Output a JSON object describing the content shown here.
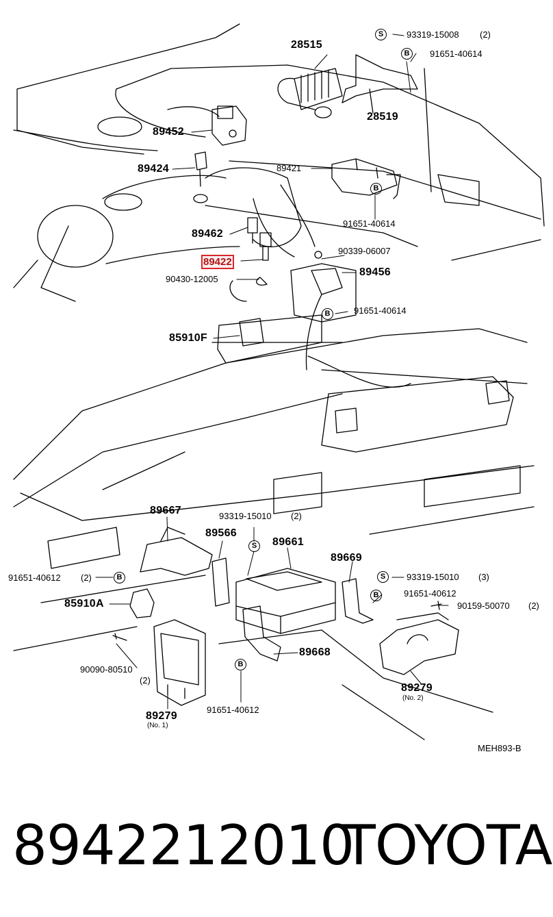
{
  "diagram": {
    "code": "MEH893-B",
    "callouts": {
      "c28515": "28515",
      "c93319_15008": "93319-15008",
      "c93319_15008_qty": "(2)",
      "c91651_40614_top": "91651-40614",
      "c28519": "28519",
      "c89452": "89452",
      "c89424": "89424",
      "c89421": "89421",
      "c91651_40614_mid": "91651-40614",
      "c89462": "89462",
      "c89422": "89422",
      "c90339_06007": "90339-06007",
      "c89456": "89456",
      "c90430_12005": "90430-12005",
      "c91651_40614_low": "91651-40614",
      "c85910F": "85910F",
      "c89667": "89667",
      "c93319_15010": "93319-15010",
      "c93319_15010_qty": "(2)",
      "c89566": "89566",
      "c89661": "89661",
      "c89669": "89669",
      "c93319_15010_r": "93319-15010",
      "c93319_15010_r_qty": "(3)",
      "c91651_40612_l": "91651-40612",
      "c91651_40612_l_qty": "(2)",
      "c91651_40612_r": "91651-40612",
      "c90159_50070": "90159-50070",
      "c90159_50070_qty": "(2)",
      "c85910A": "85910A",
      "c90090_80510": "90090-80510",
      "c90090_80510_qty": "(2)",
      "c89668": "89668",
      "c91651_40612_b": "91651-40612",
      "c89279_1": "89279",
      "c89279_1_note": "(No. 1)",
      "c89279_2": "89279",
      "c89279_2_note": "(No. 2)"
    },
    "symbols": {
      "screw": "S",
      "bolt": "B"
    },
    "highlight_color": "#d8262a"
  },
  "footer": {
    "part_number": "8942212010",
    "brand": "TOYOTA"
  }
}
